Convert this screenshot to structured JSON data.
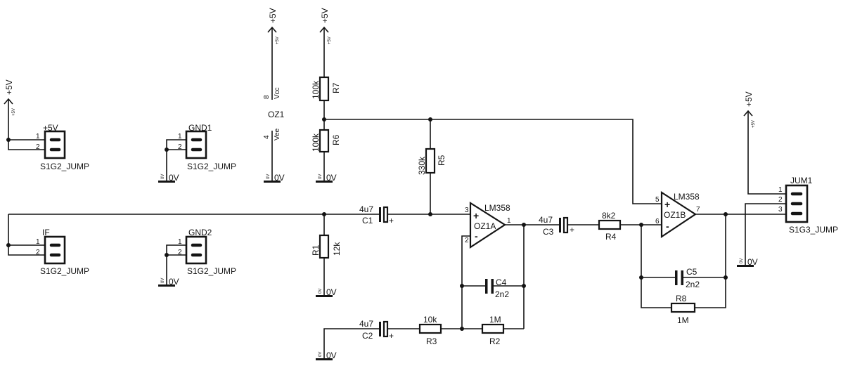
{
  "symbols": {
    "vcc": "+5V",
    "gnd": "0V",
    "plus": "+",
    "minus": "-"
  },
  "connectors": {
    "pwr": {
      "name": "+5V",
      "type": "S1G2_JUMP",
      "pins": [
        "1",
        "2"
      ]
    },
    "gnd1": {
      "name": "GND1",
      "type": "S1G2_JUMP",
      "pins": [
        "1",
        "2"
      ]
    },
    "if": {
      "name": "IF",
      "type": "S1G2_JUMP",
      "pins": [
        "1",
        "2"
      ]
    },
    "gnd2": {
      "name": "GND2",
      "type": "S1G2_JUMP",
      "pins": [
        "1",
        "2"
      ]
    },
    "jum1": {
      "name": "JUM1",
      "type": "S1G3_JUMP",
      "pins": [
        "1",
        "2",
        "3"
      ]
    }
  },
  "supply": {
    "name": "OZ1",
    "vcc_pin": "8",
    "vcc_name": "Vcc",
    "vee_pin": "4",
    "vee_name": "Vee"
  },
  "resistors": {
    "r1": {
      "name": "R1",
      "value": "12k"
    },
    "r2": {
      "name": "R2",
      "value": "1M"
    },
    "r3": {
      "name": "R3",
      "value": "10k"
    },
    "r4": {
      "name": "R4",
      "value": "8k2"
    },
    "r5": {
      "name": "R5",
      "value": "330k"
    },
    "r6": {
      "name": "R6",
      "value": "100k"
    },
    "r7": {
      "name": "R7",
      "value": "100k"
    },
    "r8": {
      "name": "R8",
      "value": "1M"
    }
  },
  "capacitors": {
    "c1": {
      "name": "C1",
      "value": "4u7"
    },
    "c2": {
      "name": "C2",
      "value": "4u7"
    },
    "c3": {
      "name": "C3",
      "value": "4u7"
    },
    "c4": {
      "name": "C4",
      "value": "2n2"
    },
    "c5": {
      "name": "C5",
      "value": "2n2"
    }
  },
  "opamps": {
    "a": {
      "name": "OZ1A",
      "part": "LM358",
      "in_plus": "3",
      "in_minus": "2",
      "out": "1"
    },
    "b": {
      "name": "OZ1B",
      "part": "LM358",
      "in_plus": "5",
      "in_minus": "6",
      "out": "7"
    }
  }
}
